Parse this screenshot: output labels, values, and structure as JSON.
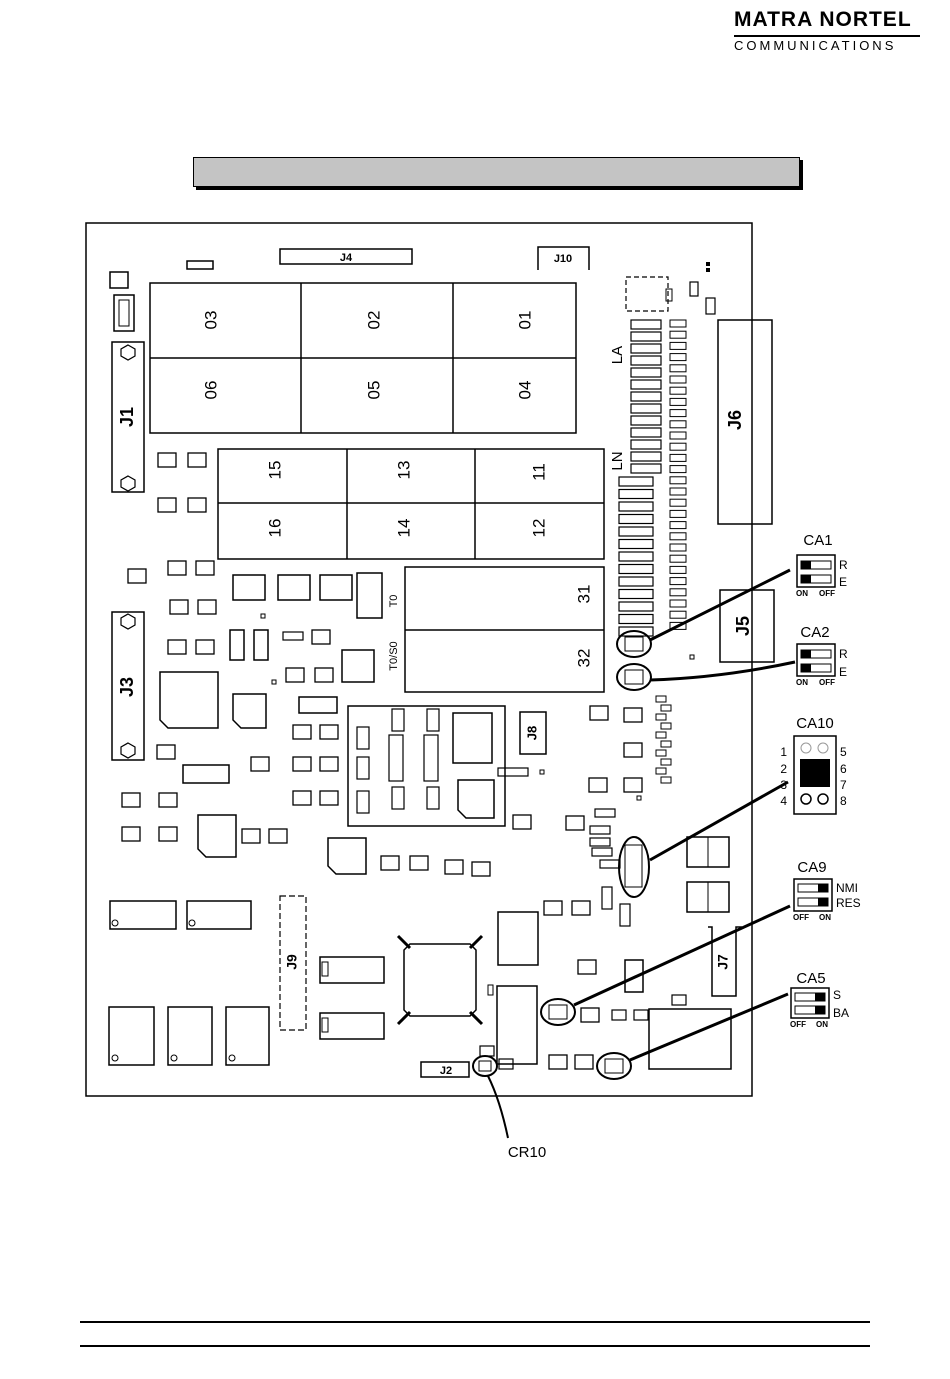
{
  "header": {
    "brand_line1": "MATRA NORTEL",
    "brand_line2": "COMMUNICATIONS"
  },
  "title_bar": {
    "text": ""
  },
  "board": {
    "connectors": {
      "J1": "J1",
      "J2": "J2",
      "J3": "J3",
      "J4": "J4",
      "J5": "J5",
      "J6": "J6",
      "J7": "J7",
      "J8": "J8",
      "J9": "J9",
      "J10": "J10"
    },
    "slots": [
      "01",
      "02",
      "03",
      "04",
      "05",
      "06",
      "11",
      "12",
      "13",
      "14",
      "15",
      "16",
      "31",
      "32"
    ],
    "side_labels": {
      "la": "LA",
      "ln": "LN",
      "t0": "T0",
      "t0s0": "T0/S0"
    },
    "led_label": "CR10",
    "jumpers": {
      "ca1": {
        "name": "CA1",
        "opt1": "R",
        "opt2": "E",
        "on": "ON",
        "off": "OFF"
      },
      "ca2": {
        "name": "CA2",
        "opt1": "R",
        "opt2": "E",
        "on": "ON",
        "off": "OFF"
      },
      "ca10": {
        "name": "CA10",
        "left_pins": [
          "1",
          "2",
          "3",
          "4"
        ],
        "right_pins": [
          "5",
          "6",
          "7",
          "8"
        ]
      },
      "ca9": {
        "name": "CA9",
        "opt1": "NMI",
        "opt2": "RES",
        "off": "OFF",
        "on": "ON"
      },
      "ca5": {
        "name": "CA5",
        "opt1": "S",
        "opt2": "BA",
        "off": "OFF",
        "on": "ON"
      }
    }
  }
}
